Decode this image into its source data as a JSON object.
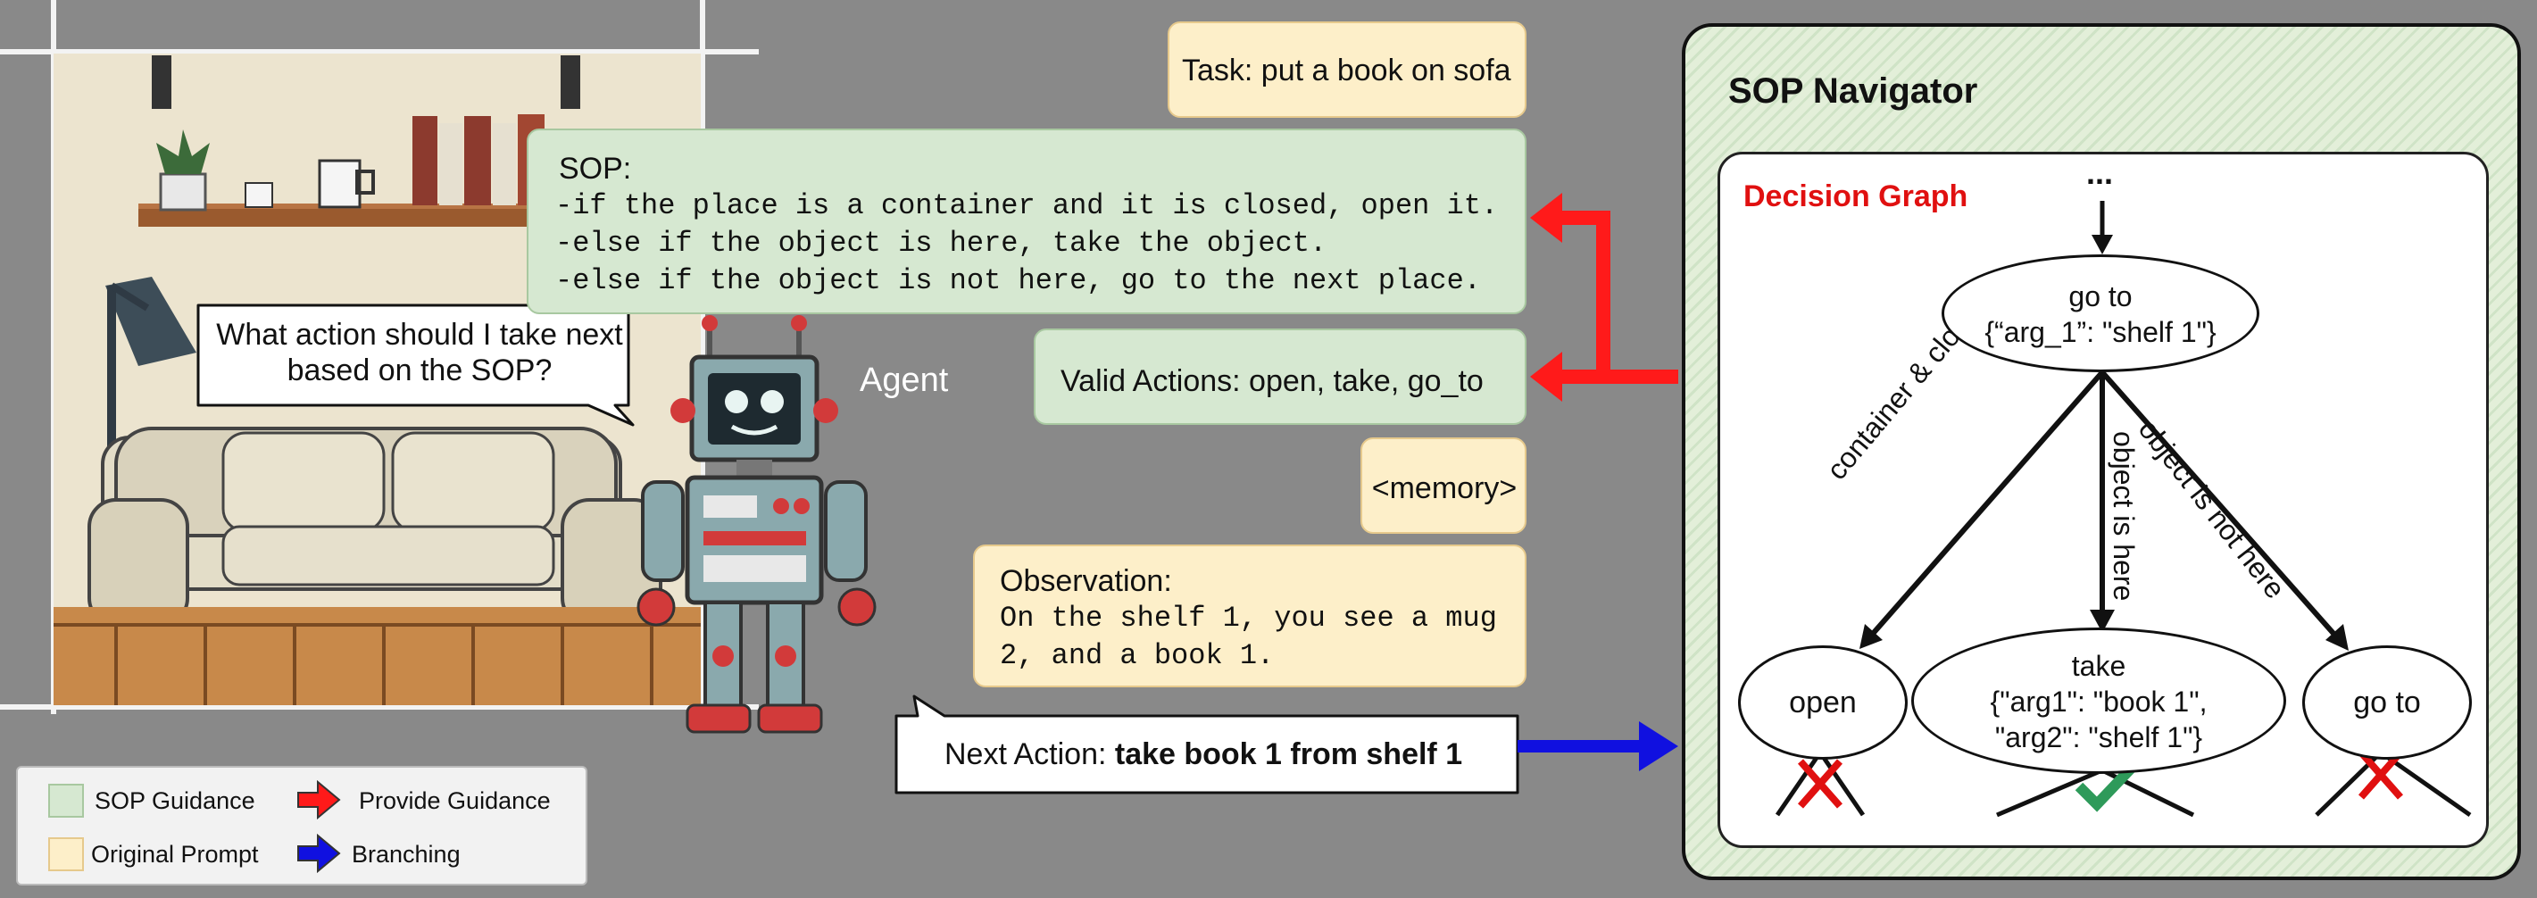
{
  "task_box": {
    "text": "Task: put a book on sofa"
  },
  "sop_box": {
    "title": "SOP:",
    "lines": [
      "-if the place is a container and it is closed, open it.",
      "-else if the object is here, take the object.",
      "-else if the object is not here, go to the next place."
    ]
  },
  "valid_actions": {
    "text": "Valid Actions: open, take, go_to"
  },
  "memory_box": {
    "text": "<memory>"
  },
  "observation_box": {
    "title": "Observation:",
    "lines": [
      "On the shelf 1, you see a mug",
      "2, and a book 1."
    ]
  },
  "next_action": {
    "prefix": "Next Action: ",
    "value": "take book 1 from shelf 1"
  },
  "speech_bubble": {
    "lines": [
      "What action should I take next",
      "based on the SOP?"
    ]
  },
  "agent_label": "Agent",
  "navigator": {
    "title": "SOP Navigator",
    "graph_title": "Decision Graph",
    "ellipsis": "...",
    "root": {
      "lines": [
        "go to",
        "{“arg_1”: \"shelf 1\"}"
      ]
    },
    "edges": [
      "container & closed",
      "object is here",
      "object is not here"
    ],
    "children": {
      "open": {
        "lines": [
          "open"
        ]
      },
      "take": {
        "lines": [
          "take",
          "{\"arg1\": \"book 1\",",
          "\"arg2\": \"shelf 1\"}"
        ]
      },
      "goto": {
        "lines": [
          "go to"
        ]
      }
    }
  },
  "legend": {
    "sop_guidance": "SOP Guidance",
    "original_prompt": "Original Prompt",
    "provide_guidance": "Provide Guidance",
    "branching": "Branching"
  },
  "colors": {
    "background": "#898989",
    "sop_green": "#d6e8d1",
    "prompt_yellow": "#fdefc9",
    "guidance_arrow": "#ff1a1a",
    "branching_arrow": "#1010e0",
    "graph_title": "#e01010",
    "check": "#2e9a5a",
    "cross": "#e01010"
  }
}
